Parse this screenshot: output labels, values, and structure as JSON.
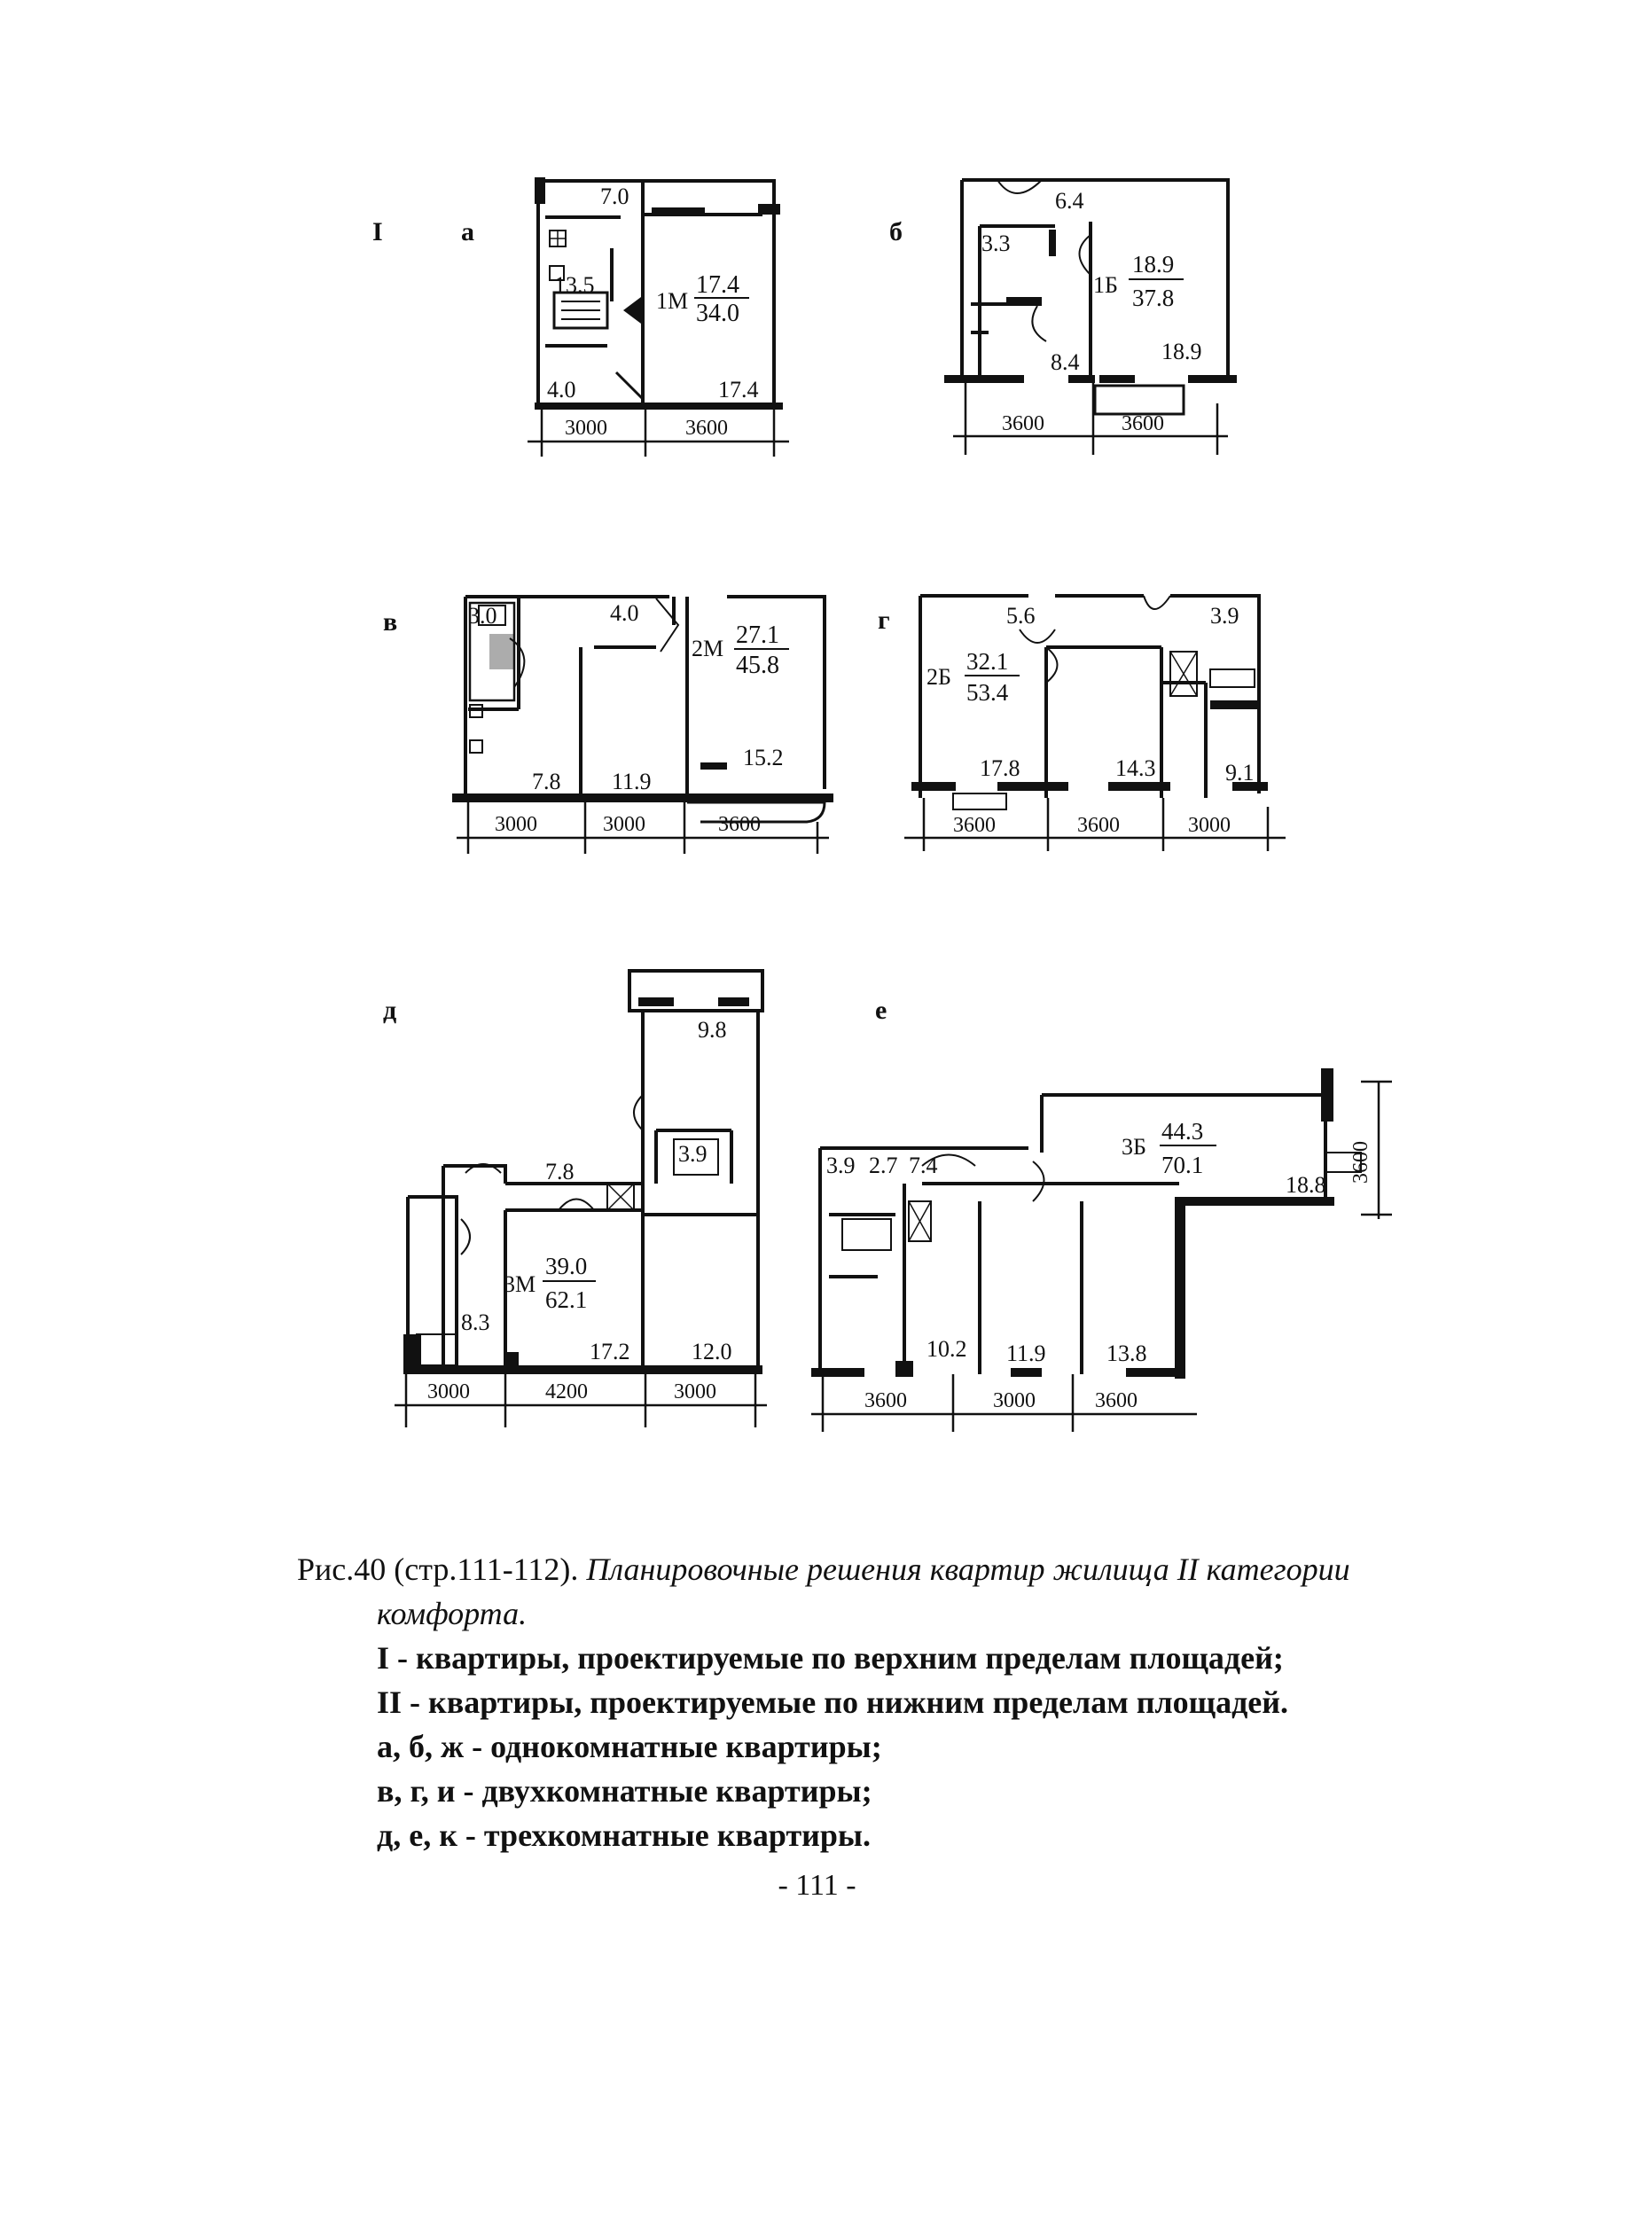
{
  "plans": {
    "a": {
      "group": "I",
      "letter": "а",
      "areas": [
        "7.0",
        "13.5",
        "4.0",
        "17.4"
      ],
      "type": "1М",
      "living": "17.4",
      "total": "34.0",
      "dims": [
        "3000",
        "3600"
      ]
    },
    "b": {
      "letter": "б",
      "areas": [
        "6.4",
        "3.3",
        "8.4",
        "18.9"
      ],
      "type": "1Б",
      "living": "18.9",
      "total": "37.8",
      "dims": [
        "3600",
        "3600"
      ]
    },
    "v": {
      "letter": "в",
      "areas": [
        "3.0",
        "4.0",
        "7.8",
        "11.9",
        "15.2"
      ],
      "type": "2М",
      "living": "27.1",
      "total": "45.8",
      "dims": [
        "3000",
        "3000",
        "3600"
      ]
    },
    "g": {
      "letter": "г",
      "areas": [
        "5.6",
        "3.9",
        "17.8",
        "14.3",
        "9.1"
      ],
      "type": "2Б",
      "living": "32.1",
      "total": "53.4",
      "dims": [
        "3600",
        "3600",
        "3000"
      ]
    },
    "d": {
      "letter": "д",
      "areas": [
        "9.8",
        "3.9",
        "7.8",
        "8.3",
        "17.2",
        "12.0"
      ],
      "type": "3М",
      "living": "39.0",
      "total": "62.1",
      "dims": [
        "3000",
        "4200",
        "3000"
      ]
    },
    "e": {
      "letter": "е",
      "areas": [
        "3.9",
        "2.7",
        "7.4",
        "18.8",
        "10.2",
        "11.9",
        "13.8"
      ],
      "type": "3Б",
      "living": "44.3",
      "total": "70.1",
      "dims": [
        "3600",
        "3000",
        "3600",
        "3600"
      ]
    }
  },
  "caption": {
    "prefix": "Рис.40 (стр.111-112).",
    "title_line1": "Планировочные решения квартир жилища II категории",
    "title_line2": "комфорта.",
    "items": [
      "I - квартиры, проектируемые по верхним пределам площадей;",
      "II - квартиры, проектируемые по нижним пределам площадей.",
      "а, б, ж - однокомнатные квартиры;",
      "в, г, и - двухкомнатные квартиры;",
      "д, е, к - трехкомнатные квартиры."
    ]
  },
  "page_number": "- 111 -"
}
